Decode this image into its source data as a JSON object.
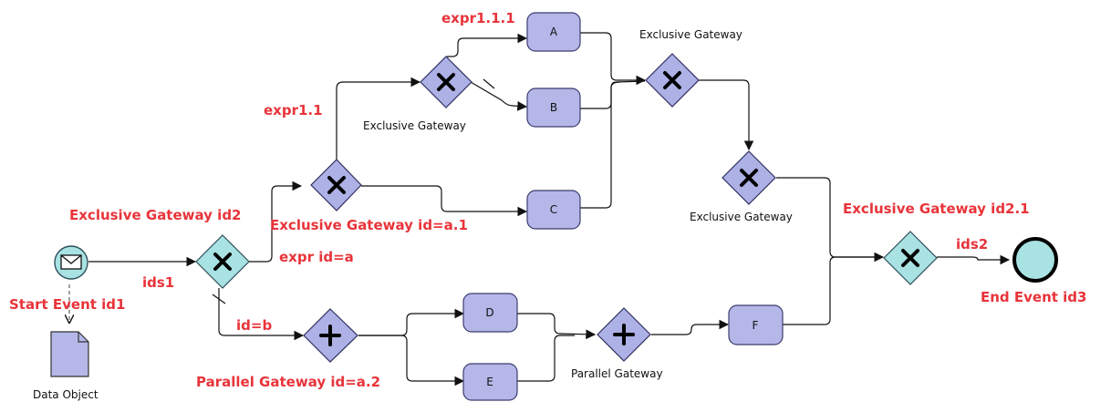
{
  "labels": {
    "start_event": "Start Event id1",
    "end_event": "End Event id3",
    "gw_id2": "Exclusive Gateway id2",
    "gw_a1": "Exclusive Gateway id=a.1",
    "gw_id21": "Exclusive Gateway id2.1",
    "pg_a2": "Parallel Gateway id=a.2",
    "ids1": "ids1",
    "ids2": "ids2",
    "expr_a": "expr id=a",
    "id_b": "id=b",
    "expr11": "expr1.1",
    "expr111": "expr1.1.1",
    "xg_small_1": "Exclusive Gateway",
    "xg_small_2": "Exclusive Gateway",
    "xg_small_3": "Exclusive Gateway",
    "pg_small": "Parallel Gateway",
    "data_object": "Data Object"
  },
  "tasks": {
    "A": "A",
    "B": "B",
    "C": "C",
    "D": "D",
    "E": "E",
    "F": "F"
  },
  "colors": {
    "label_red": "#e8343a",
    "task_fill": "#b4b7e8",
    "gateway_fill": "#aeb1e6",
    "teal_fill": "#a8e2e2"
  },
  "icons": [
    "envelope-icon",
    "exclusive-x-icon",
    "parallel-plus-icon",
    "data-object-icon"
  ]
}
